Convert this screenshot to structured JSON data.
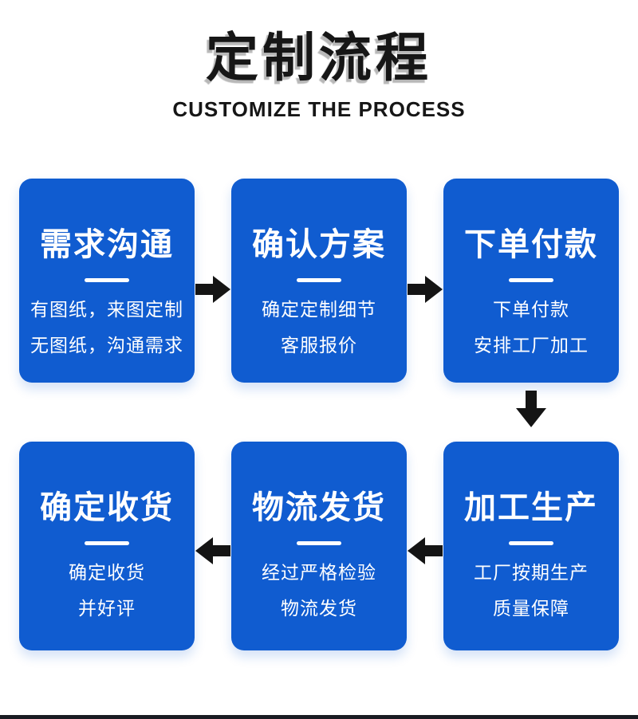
{
  "header": {
    "title": "定制流程",
    "subtitle": "CUSTOMIZE THE PROCESS"
  },
  "steps": [
    {
      "title": "需求沟通",
      "lines": [
        "有图纸，来图定制",
        "无图纸，沟通需求"
      ]
    },
    {
      "title": "确认方案",
      "lines": [
        "确定定制细节",
        "客服报价"
      ]
    },
    {
      "title": "下单付款",
      "lines": [
        "下单付款",
        "安排工厂加工"
      ]
    },
    {
      "title": "加工生产",
      "lines": [
        "工厂按期生产",
        "质量保障"
      ]
    },
    {
      "title": "物流发货",
      "lines": [
        "经过严格检验",
        "物流发货"
      ]
    },
    {
      "title": "确定收货",
      "lines": [
        "确定收货",
        "并好评"
      ]
    }
  ],
  "flow": {
    "sequence": [
      "需求沟通",
      "确认方案",
      "下单付款",
      "加工生产",
      "物流发货",
      "确定收货"
    ],
    "arrows": [
      "right",
      "right",
      "down",
      "left",
      "left"
    ]
  },
  "colors": {
    "box_blue": "#105CD0",
    "arrow_black": "#141414",
    "title_black": "#161616",
    "text_white": "#FFFFFF",
    "bottom_bar": "#191C22"
  }
}
